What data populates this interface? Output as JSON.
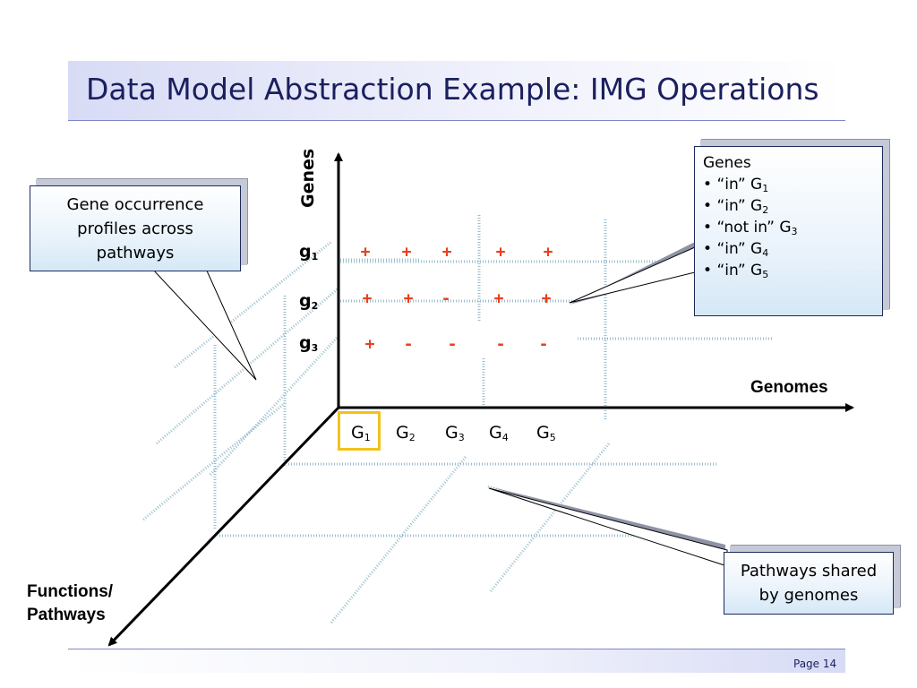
{
  "slide": {
    "title": "Data Model Abstraction Example: IMG Operations",
    "page_label": "Page 14"
  },
  "axes": {
    "genes": "Genes",
    "genomes": "Genomes",
    "functions_line1": "Functions/",
    "functions_line2": "Pathways"
  },
  "genes": [
    {
      "base": "g",
      "sub": "1"
    },
    {
      "base": "g",
      "sub": "2"
    },
    {
      "base": "g",
      "sub": "3"
    }
  ],
  "genomes": [
    {
      "base": "G",
      "sub": "1"
    },
    {
      "base": "G",
      "sub": "2"
    },
    {
      "base": "G",
      "sub": "3"
    },
    {
      "base": "G",
      "sub": "4"
    },
    {
      "base": "G",
      "sub": "5"
    }
  ],
  "occurrence_matrix": [
    [
      "+",
      "+",
      "+",
      "+",
      "+"
    ],
    [
      "+",
      "+",
      "-",
      "+",
      "+"
    ],
    [
      "+",
      "-",
      "-",
      "-",
      "-"
    ]
  ],
  "callouts": {
    "gene_profiles": {
      "line1": "Gene occurrence",
      "line2": "profiles across",
      "line3": "pathways"
    },
    "genes_in_genome": {
      "head": "Genes",
      "items": [
        {
          "text": "“in” G",
          "sub": "1"
        },
        {
          "text": "“in” G",
          "sub": "2"
        },
        {
          "text": "“not in” G",
          "sub": "3"
        },
        {
          "text": "“in” G",
          "sub": "4"
        },
        {
          "text": "“in” G",
          "sub": "5"
        }
      ]
    },
    "pathways_shared": {
      "line1": "Pathways shared",
      "line2": "by genomes"
    }
  },
  "colors": {
    "title_text": "#1a1f5e",
    "mark": "#e8401c",
    "highlight": "#f2c21b",
    "grid_lines": "#8fb8c8"
  }
}
